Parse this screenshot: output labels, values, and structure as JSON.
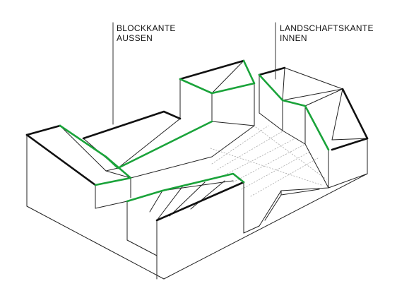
{
  "labels": {
    "outer": [
      "BLOCKKANTE",
      "AUSSEN"
    ],
    "inner": [
      "LANDSCHAFTSKANTE",
      "INNEN"
    ]
  },
  "colors": {
    "block_edge": "#111111",
    "landscape_edge": "#1aa33a",
    "thin_line": "#222222",
    "ground_dots": "#aaaaaa",
    "background": "#ffffff"
  }
}
